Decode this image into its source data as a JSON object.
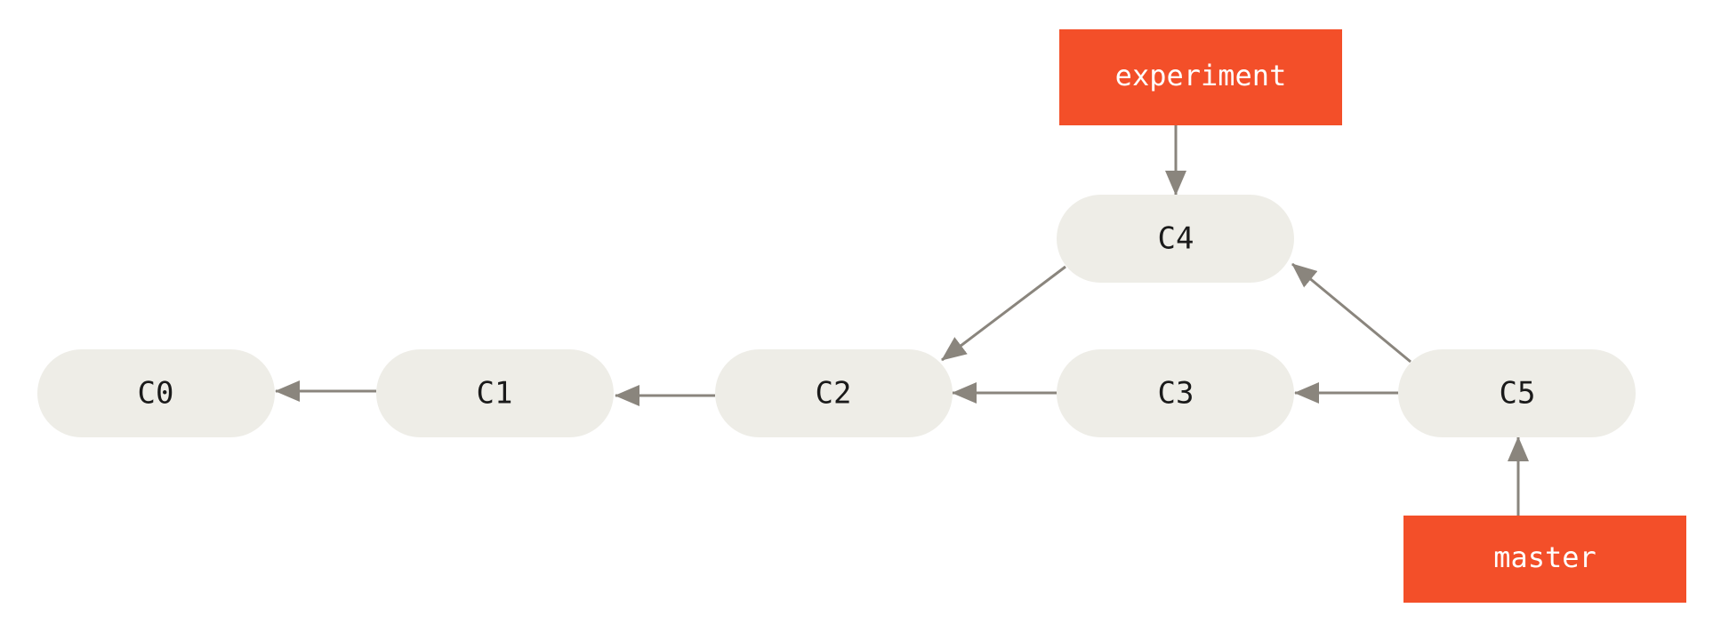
{
  "colors": {
    "commit_fill": "#eeede7",
    "branch_fill": "#f34f29",
    "arrow": "#8a857d",
    "commit_text": "#1a1a1a",
    "branch_text": "#ffffff"
  },
  "commits": {
    "c0": "C0",
    "c1": "C1",
    "c2": "C2",
    "c3": "C3",
    "c4": "C4",
    "c5": "C5"
  },
  "branches": {
    "experiment": "experiment",
    "master": "master"
  }
}
